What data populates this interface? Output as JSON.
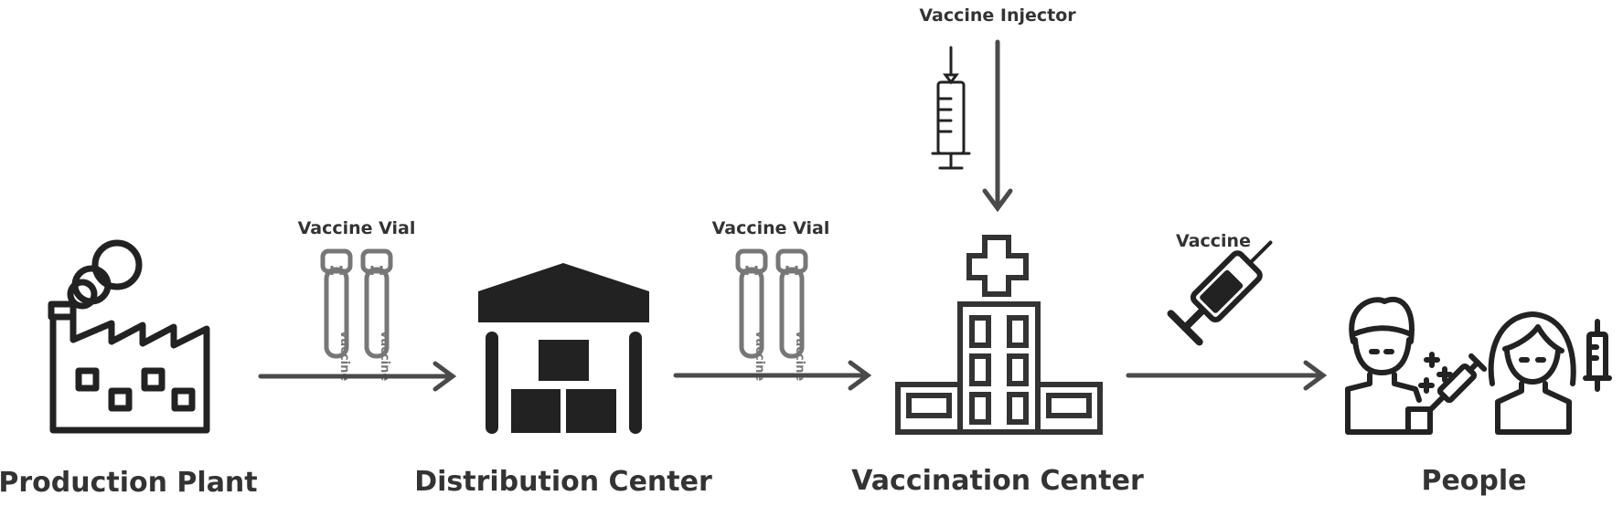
{
  "nodes": {
    "production_plant": "Production Plant",
    "distribution_center": "Distribution Center",
    "vaccination_center": "Vaccination Center",
    "people": "People"
  },
  "edges": {
    "plant_to_distribution": "Vaccine Vial",
    "distribution_to_center": "Vaccine Vial",
    "injector_to_center": "Vaccine Injector",
    "center_to_people": "Vaccine"
  },
  "vial_label": "vaccine",
  "colors": {
    "dark": "#222222",
    "arrow": "#4a4a4a",
    "vial": "#777777"
  },
  "icons": [
    "factory-icon",
    "warehouse-icon",
    "hospital-icon",
    "vial-icon",
    "syringe-icon",
    "person-icon"
  ]
}
